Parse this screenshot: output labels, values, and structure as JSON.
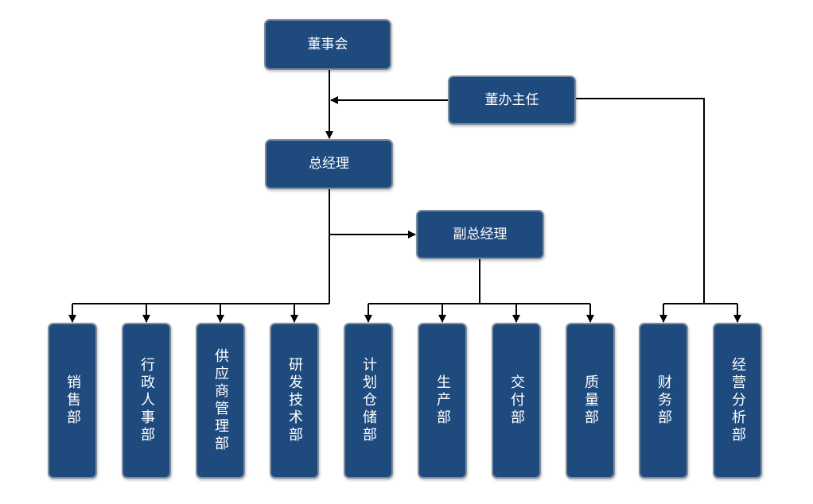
{
  "colors": {
    "node_fill": "#1f4a7e",
    "node_border": "#7f8e9e",
    "line": "#000000"
  },
  "top": {
    "board": "董事会",
    "board_office_director": "董办主任",
    "general_manager": "总经理",
    "deputy_general_manager": "副总经理"
  },
  "departments": [
    "销售部",
    "行政人事部",
    "供应商管理部",
    "研发技术部",
    "计划仓储部",
    "生产部",
    "交付部",
    "质量部",
    "财务部",
    "经营分析部"
  ]
}
